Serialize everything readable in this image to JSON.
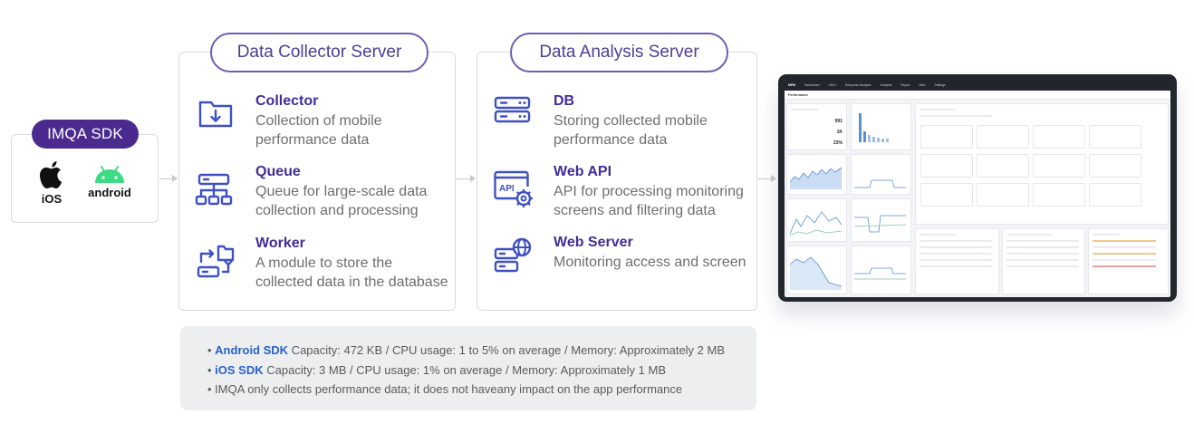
{
  "sdk": {
    "title": "IMQA SDK",
    "platforms": [
      {
        "label": "iOS",
        "icon": "apple-icon"
      },
      {
        "label": "android",
        "icon": "android-icon"
      }
    ]
  },
  "collector_server": {
    "title": "Data Collector Server",
    "items": [
      {
        "head": "Collector",
        "desc1": "Collection of mobile",
        "desc2": "performance data",
        "icon": "folder-download-icon"
      },
      {
        "head": "Queue",
        "desc1": "Queue for large-scale data",
        "desc2": "collection and processing",
        "icon": "queue-tree-icon"
      },
      {
        "head": "Worker",
        "desc1": "A module to store the",
        "desc2": "collected data in the database",
        "icon": "worker-sync-icon"
      }
    ]
  },
  "analysis_server": {
    "title": "Data Analysis Server",
    "items": [
      {
        "head": "DB",
        "desc1": "Storing collected mobile",
        "desc2": "performance data",
        "icon": "database-icon"
      },
      {
        "head": "Web API",
        "desc1": "API for processing monitoring",
        "desc2": "screens and filtering data",
        "icon": "api-gear-icon"
      },
      {
        "head": "Web Server",
        "desc1": "Monitoring access and screen",
        "desc2": "",
        "icon": "web-server-globe-icon"
      }
    ]
  },
  "notes": [
    {
      "highlight": "Android SDK",
      "text": " Capacity: 472 KB / CPU usage: 1 to 5% on average / Memory: Approximately 2 MB"
    },
    {
      "highlight": "iOS SDK",
      "text": " Capacity: 3 MB / CPU usage: 1% on average / Memory: Approximately 1 MB"
    },
    {
      "highlight": "",
      "text": "IMQA only collects performance data; it does not haveany impact on the app performance"
    }
  ],
  "colors": {
    "pill": "#4b2a8f",
    "title_border": "#6a5fb8",
    "heading": "#3e2e98",
    "highlight": "#2a62c9",
    "icon": "#3f50c4",
    "notes_bg": "#eceef0"
  }
}
